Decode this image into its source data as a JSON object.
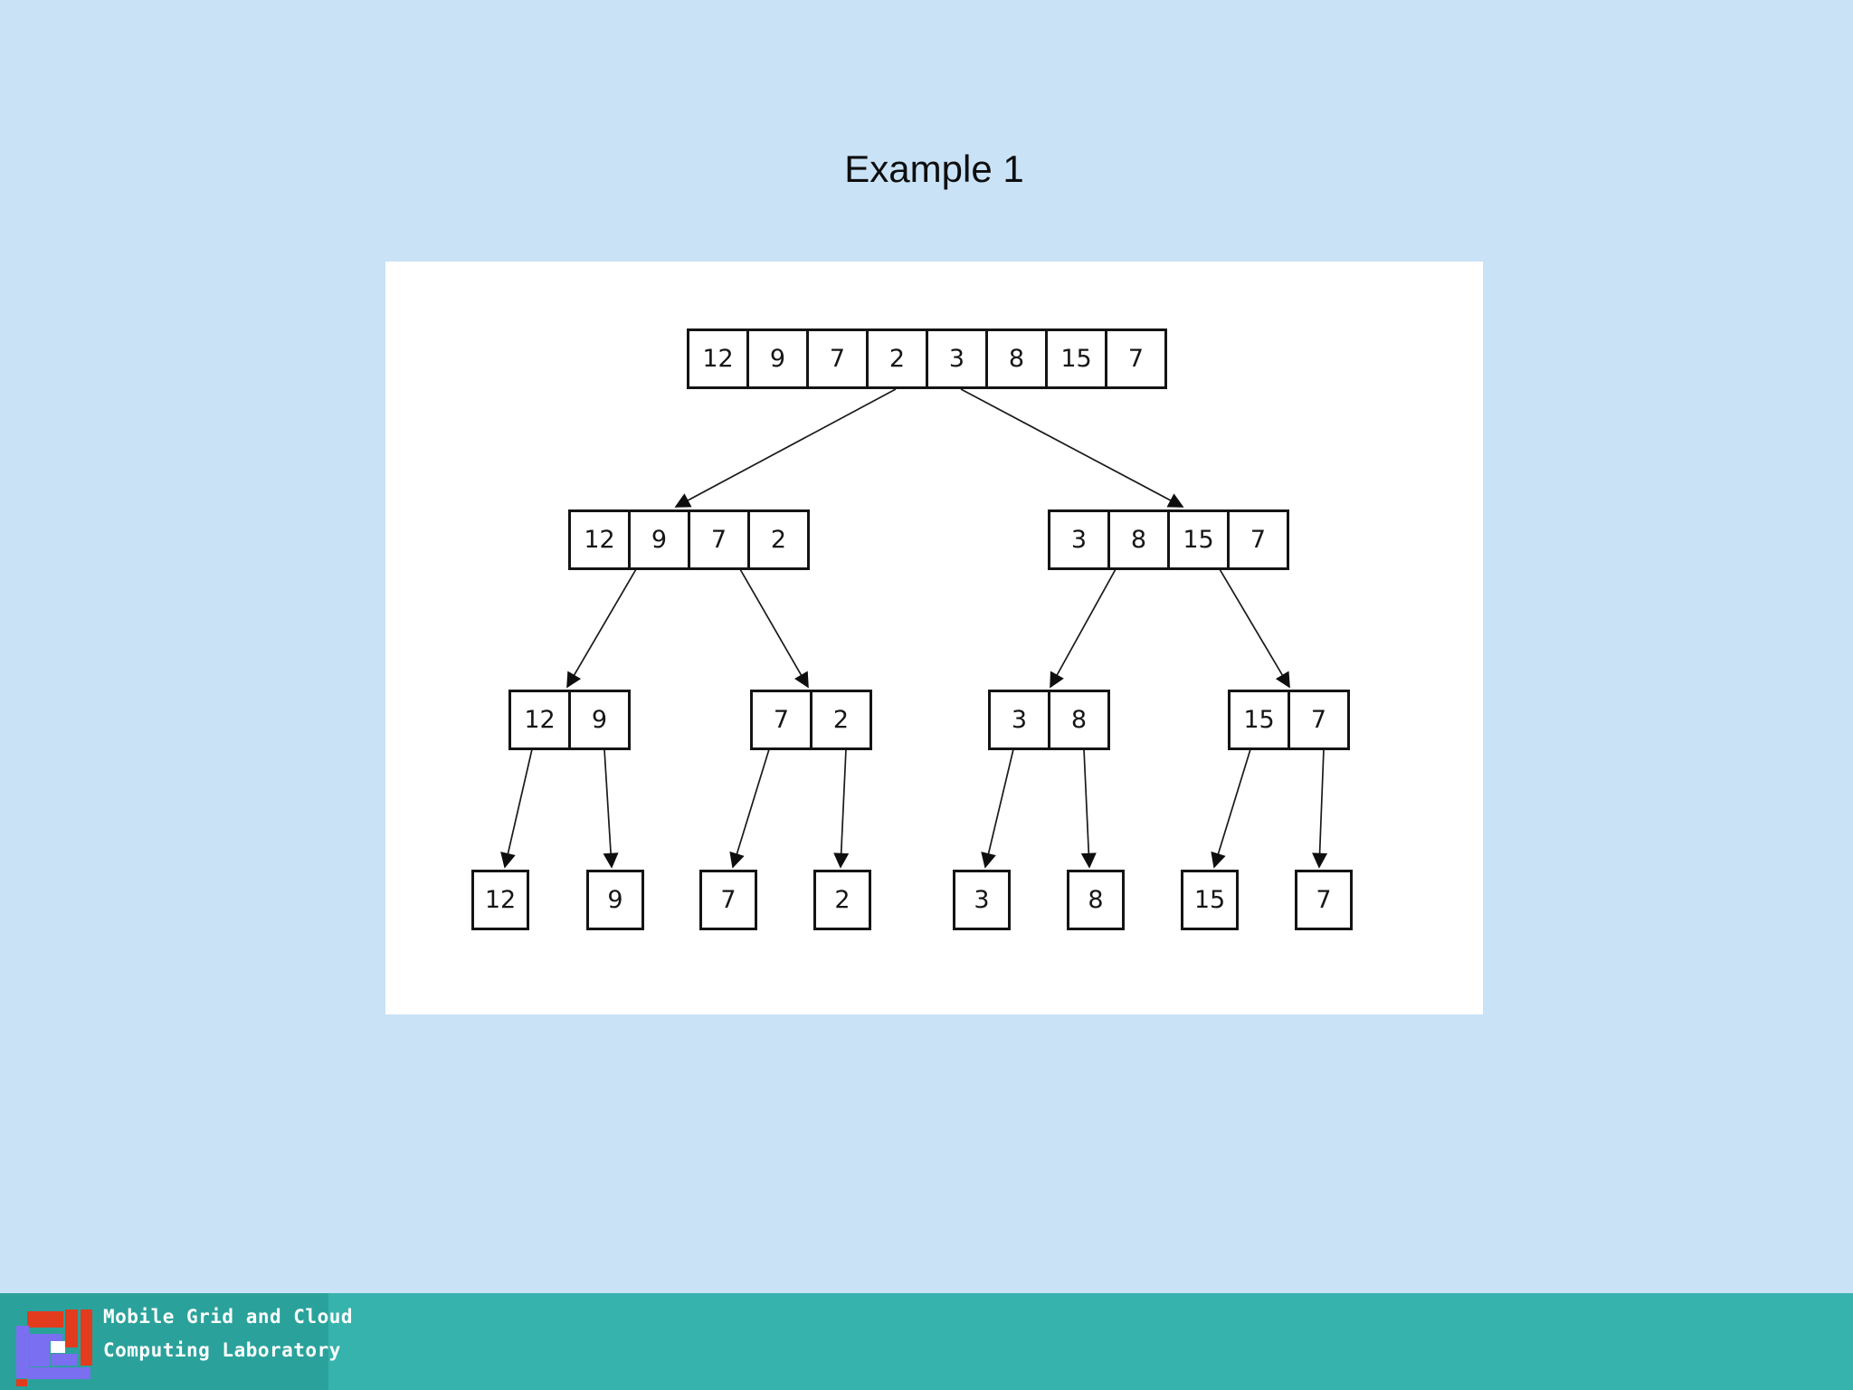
{
  "slide": {
    "title": "Example 1",
    "background_color": "#c9e2f6",
    "panel_color": "#ffffff"
  },
  "tree": {
    "description": "merge-sort divide steps",
    "level1": {
      "groups": [
        {
          "cells": [
            "12",
            "9",
            "7",
            "2",
            "3",
            "8",
            "15",
            "7"
          ]
        }
      ]
    },
    "level2": {
      "groups": [
        {
          "cells": [
            "12",
            "9",
            "7",
            "2"
          ]
        },
        {
          "cells": [
            "3",
            "8",
            "15",
            "7"
          ]
        }
      ]
    },
    "level3": {
      "groups": [
        {
          "cells": [
            "12",
            "9"
          ]
        },
        {
          "cells": [
            "7",
            "2"
          ]
        },
        {
          "cells": [
            "3",
            "8"
          ]
        },
        {
          "cells": [
            "15",
            "7"
          ]
        }
      ]
    },
    "level4": {
      "groups": [
        {
          "cells": [
            "12"
          ]
        },
        {
          "cells": [
            "9"
          ]
        },
        {
          "cells": [
            "7"
          ]
        },
        {
          "cells": [
            "2"
          ]
        },
        {
          "cells": [
            "3"
          ]
        },
        {
          "cells": [
            "8"
          ]
        },
        {
          "cells": [
            "15"
          ]
        },
        {
          "cells": [
            "7"
          ]
        }
      ]
    }
  },
  "footer": {
    "lab_name_line1": "Mobile Grid and Cloud",
    "lab_name_line2": "Computing Laboratory",
    "bar_color_left": "#2aa29b",
    "bar_color_right": "#36b3ac",
    "logo_red": "#e23b1e",
    "logo_blue": "#7a6ff0",
    "text_color": "#ffffff"
  }
}
